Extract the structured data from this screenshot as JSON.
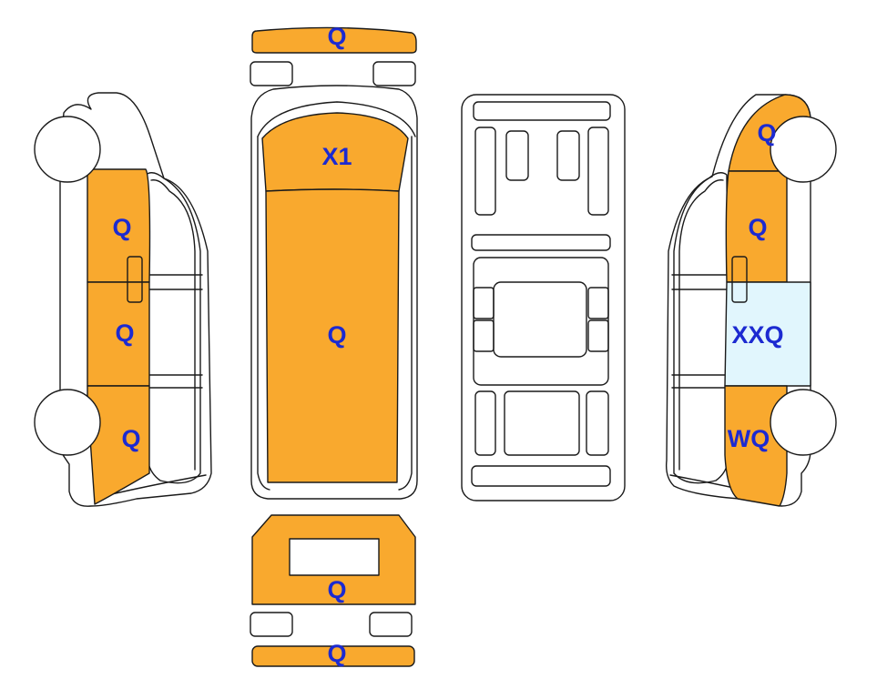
{
  "colors": {
    "damage": "#F9A92E",
    "highlight": "#E1F6FD",
    "outline": "#1A1A1A",
    "label": "#1C2AD1",
    "background": "#FFFFFF"
  },
  "labels": {
    "front_bumper": "Q",
    "hood": "X1",
    "roof": "Q",
    "rear_door": "Q",
    "rear_bumper": "Q",
    "left_front_door": "Q",
    "left_middle_panel": "Q",
    "left_rear_panel": "Q",
    "right_front_fender": "Q",
    "right_front_door": "Q",
    "right_middle_panel": "XXQ",
    "right_rear_panel": "WQ"
  }
}
